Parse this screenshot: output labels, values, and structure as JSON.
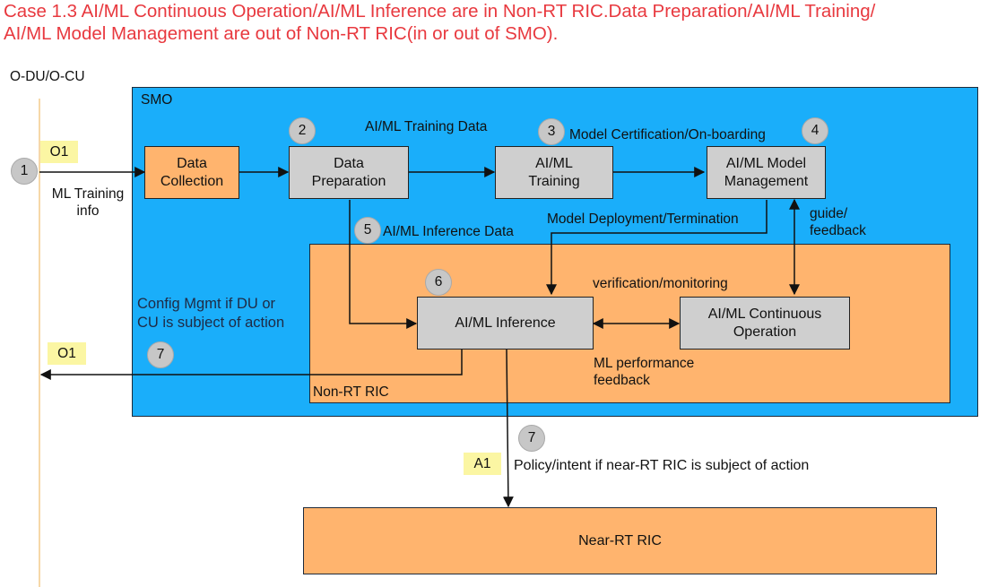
{
  "title": {
    "line1": "Case 1.3 AI/ML Continuous Operation/AI/ML Inference are in Non-RT RIC.Data Preparation/AI/ML Training/",
    "line2": "AI/ML Model Management are out of Non-RT RIC(in or out of SMO)."
  },
  "nodes": {
    "odu_ocu": "O-DU/O-CU",
    "smo": "SMO",
    "non_rt_ric": "Non-RT RIC",
    "near_rt_ric": "Near-RT RIC",
    "data_collection": "Data\nCollection",
    "data_preparation": "Data\nPreparation",
    "aiml_training": "AI/ML\nTraining",
    "aiml_model_management": "AI/ML Model\nManagement",
    "aiml_inference": "AI/ML Inference",
    "aiml_continuous_operation": "AI/ML Continuous\nOperation"
  },
  "badges": {
    "b1": "1",
    "b2": "2",
    "b3": "3",
    "b4": "4",
    "b5": "5",
    "b6": "6",
    "b7_o1": "7",
    "b7_a1": "7"
  },
  "interface_tags": {
    "o1_top": "O1",
    "o1_bottom": "O1",
    "a1": "A1"
  },
  "edge_labels": {
    "ml_training_info": "ML Training\ninfo",
    "training_data": "AI/ML Training Data",
    "model_certification": "Model Certification/On-boarding",
    "model_deployment": "Model Deployment/Termination",
    "inference_data": "AI/ML Inference Data",
    "guide_feedback": "guide/\nfeedback",
    "verification_monitoring": "verification/monitoring",
    "ml_performance_feedback": "ML performance\nfeedback",
    "config_mgmt": "Config Mgmt if DU or\nCU is subject of action",
    "policy_intent": "Policy/intent if near-RT RIC is subject of action"
  },
  "colors": {
    "title": "#e8393f",
    "smo_fill": "#1aaefa",
    "ric_fill": "#ffb46e",
    "function_fill": "#cfcfcf",
    "tag_fill": "#fbf6a3",
    "timeline": "#f6d8a8"
  }
}
